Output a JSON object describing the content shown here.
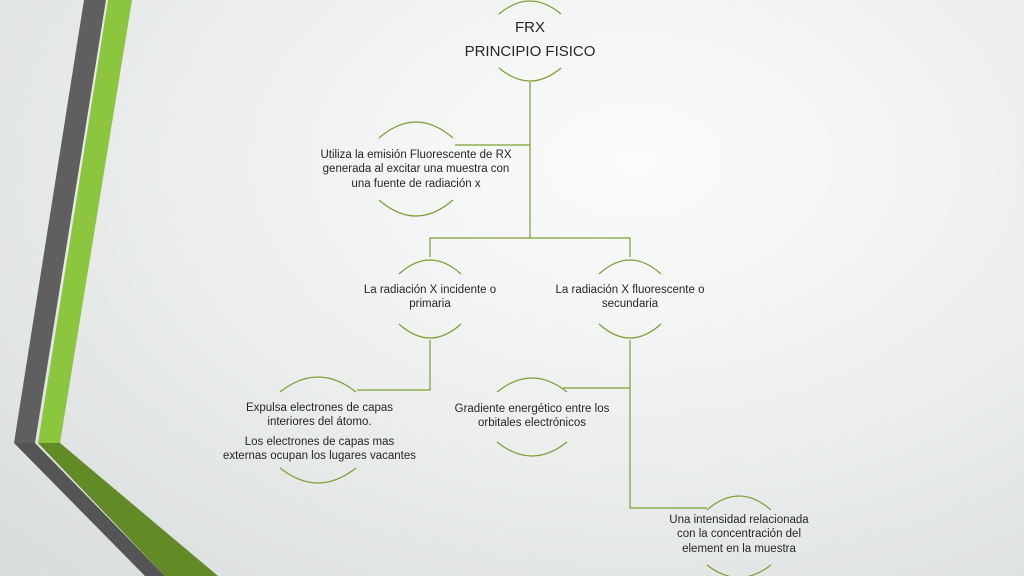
{
  "colors": {
    "connector": "#7aa030",
    "gray_stripe": "#5f5f5f",
    "green_stripe": "#8cc63e",
    "dark_green": "#628a26"
  },
  "root": {
    "line1": "FRX",
    "line2": "PRINCIPIO FISICO"
  },
  "definition": {
    "text": "Utiliza la emisión Fluorescente de RX generada al excitar una muestra con una fuente de radiación x"
  },
  "incident": {
    "text": "La radiación X incidente o primaria"
  },
  "fluorescent": {
    "text": "La radiación X fluorescente o secundaria"
  },
  "expels": {
    "line1": "Expulsa electrones de capas interiores del átomo.",
    "line2": "Los electrones de capas mas externas ocupan los lugares vacantes"
  },
  "gradient": {
    "text": "Gradiente energético entre los orbitales electrónicos"
  },
  "intensity": {
    "text": "Una intensidad relacionada con la concentración del element en la muestra"
  }
}
